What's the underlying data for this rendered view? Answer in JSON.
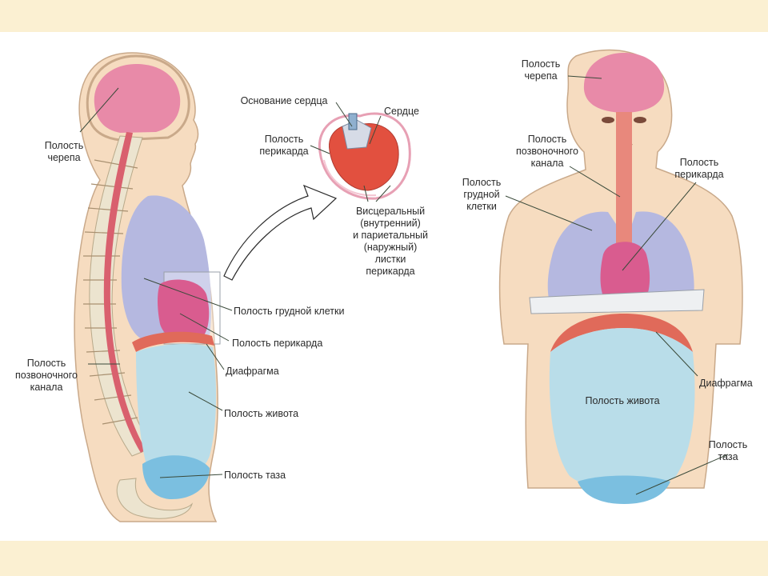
{
  "side_view": {
    "cranial_cavity": "Полость\nчерепа",
    "spinal_canal": "Полость\nпозвоночного\nканала",
    "thoracic_cavity": "Полость грудной клетки",
    "pericardial_cavity": "Полость перикарда",
    "diaphragm": "Диафрагма",
    "abdominal_cavity": "Полость живота",
    "pelvic_cavity": "Полость таза"
  },
  "heart_detail": {
    "heart_base": "Основание сердца",
    "heart": "Сердце",
    "pericardial_cavity": "Полость\nперикарда",
    "pericardium_layers": "Висцеральный\n(внутренний)\nи париетальный\n(наружный)\nлистки\nперикарда"
  },
  "front_view": {
    "cranial_cavity": "Полость\nчерепа",
    "spinal_canal": "Полость\nпозвоночного\nканала",
    "thoracic_cavity": "Полость\nгрудной\nклетки",
    "pericardial_cavity": "Полость\nперикарда",
    "diaphragm": "Диафрагма",
    "abdominal_cavity": "Полость живота",
    "pelvic_cavity": "Полость\nтаза"
  },
  "colors": {
    "skin": "#f6dcc0",
    "skin_outline": "#c9a98a",
    "cranial": "#e88aa8",
    "lung": "#b5b8e0",
    "pericardium": "#d95c8f",
    "abdomen": "#b9dde9",
    "pelvis": "#7bbfe0",
    "diaphragm": "#e06a5a",
    "spine": "#ece4cf"
  }
}
